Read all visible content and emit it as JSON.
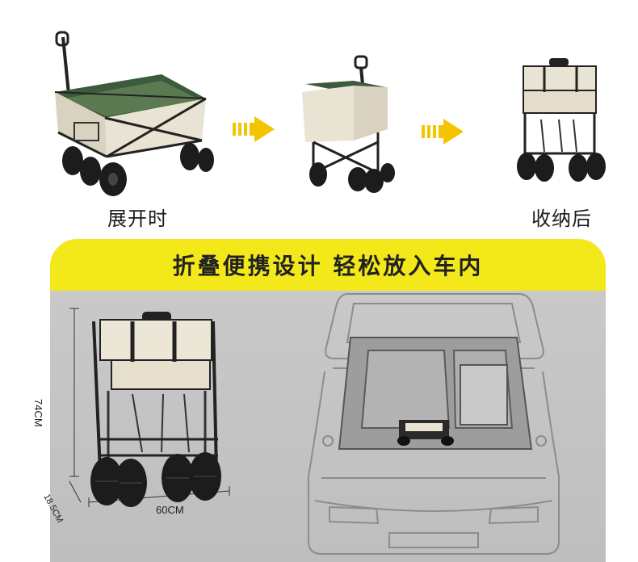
{
  "captions": {
    "unfolded": "展开时",
    "folded": "收纳后"
  },
  "banner": {
    "text": "折叠便携设计 轻松放入车内"
  },
  "dimensions": {
    "height": "74CM",
    "width": "60CM",
    "depth": "18.5CM"
  },
  "colors": {
    "banner": "#f3e81a",
    "arrow": "#f5c400",
    "panel": "#c6c6c6",
    "fabric_green": "#3e5a3c",
    "fabric_cream": "#e9e3d3"
  }
}
